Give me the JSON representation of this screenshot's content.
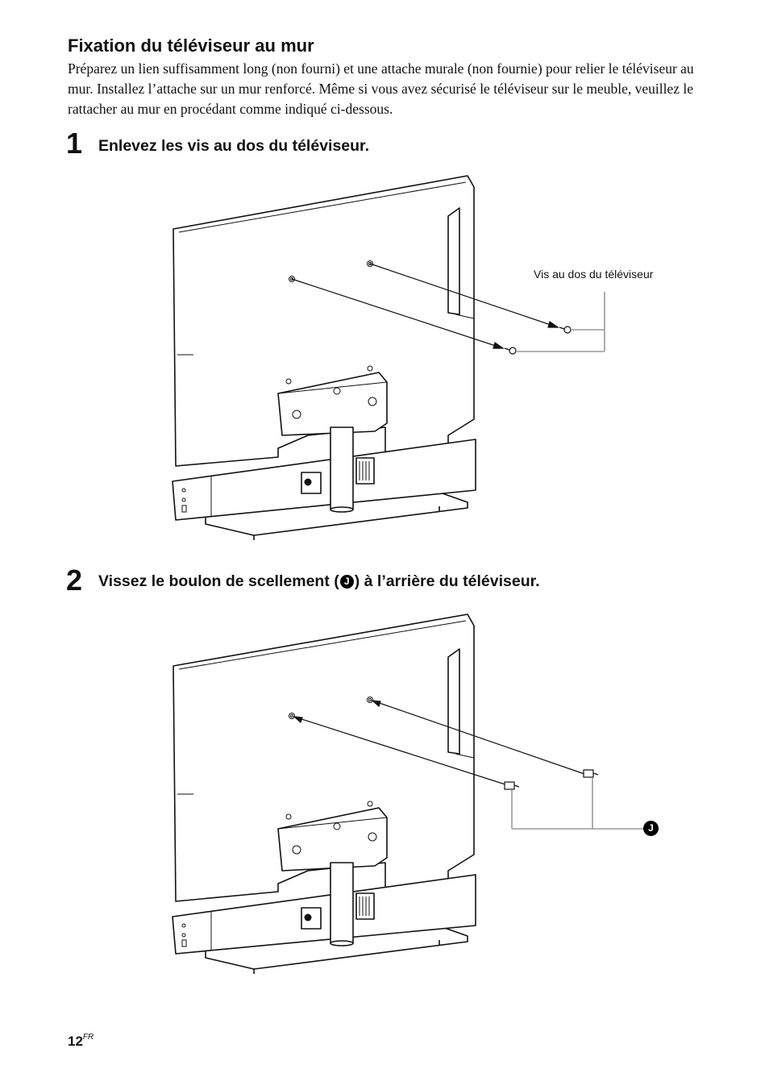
{
  "section": {
    "title": "Fixation du téléviseur au mur",
    "intro": "Préparez un lien suffisamment long (non fourni) et une attache murale (non fournie) pour relier le téléviseur au mur. Installez l’attache sur un mur renforcé. Même si vous avez sécurisé le téléviseur sur le meuble, veuillez le rattacher au mur en procédant comme indiqué ci-dessous."
  },
  "steps": [
    {
      "number": "1",
      "text": "Enlevez les vis au dos du téléviseur.",
      "callout": "Vis au dos du téléviseur"
    },
    {
      "number": "2",
      "text_before": "Vissez le boulon de scellement (",
      "badge": "J",
      "text_after": ") à l’arrière du téléviseur.",
      "callout_badge": "J"
    }
  ],
  "footer": {
    "page_number": "12",
    "page_suffix": "FR"
  }
}
